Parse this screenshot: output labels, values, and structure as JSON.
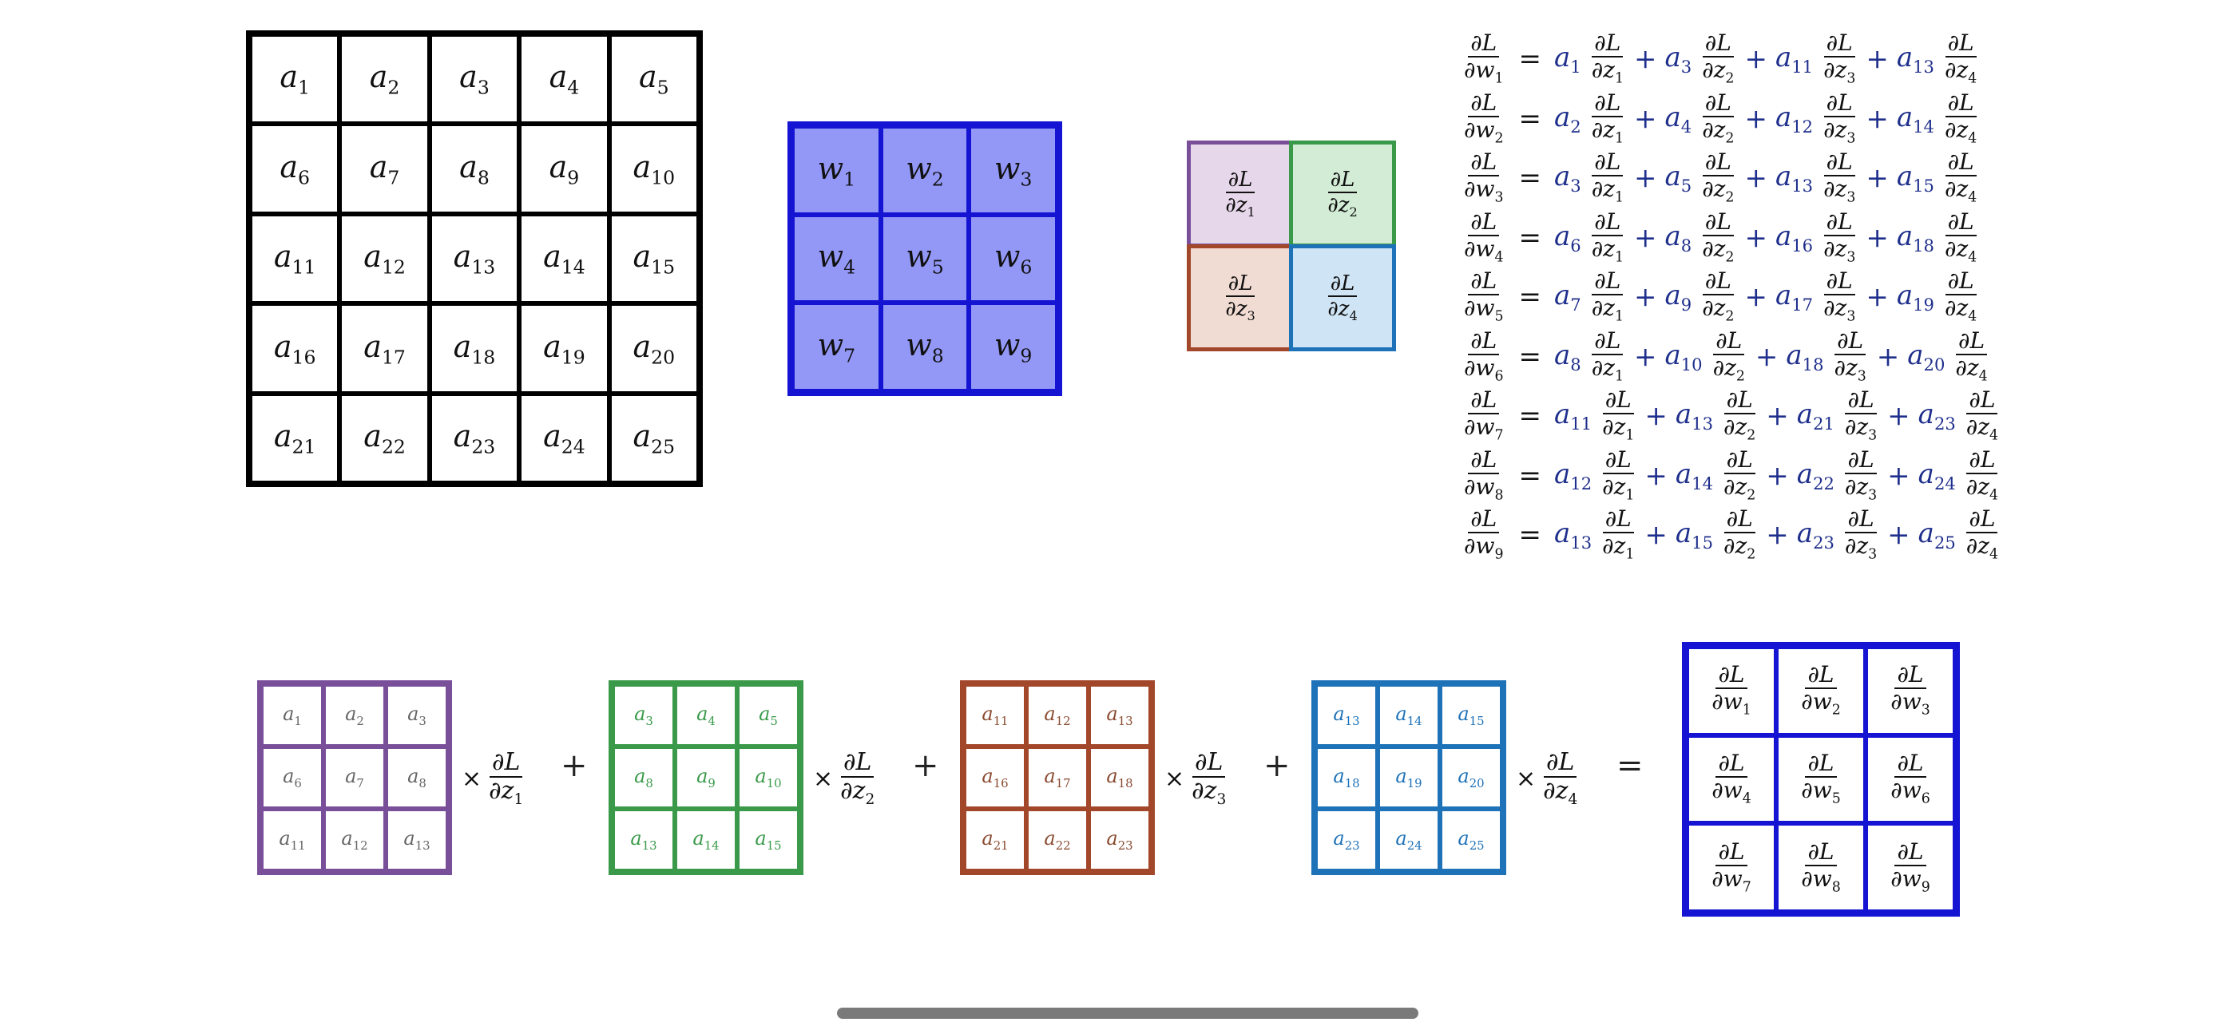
{
  "matrix_a": {
    "cells": [
      [
        "a",
        "1"
      ],
      [
        "a",
        "2"
      ],
      [
        "a",
        "3"
      ],
      [
        "a",
        "4"
      ],
      [
        "a",
        "5"
      ],
      [
        "a",
        "6"
      ],
      [
        "a",
        "7"
      ],
      [
        "a",
        "8"
      ],
      [
        "a",
        "9"
      ],
      [
        "a",
        "10"
      ],
      [
        "a",
        "11"
      ],
      [
        "a",
        "12"
      ],
      [
        "a",
        "13"
      ],
      [
        "a",
        "14"
      ],
      [
        "a",
        "15"
      ],
      [
        "a",
        "16"
      ],
      [
        "a",
        "17"
      ],
      [
        "a",
        "18"
      ],
      [
        "a",
        "19"
      ],
      [
        "a",
        "20"
      ],
      [
        "a",
        "21"
      ],
      [
        "a",
        "22"
      ],
      [
        "a",
        "23"
      ],
      [
        "a",
        "24"
      ],
      [
        "a",
        "25"
      ]
    ]
  },
  "kernel_w": {
    "color": "#1414d2",
    "fill": "#9398f7",
    "cells": [
      [
        "w",
        "1"
      ],
      [
        "w",
        "2"
      ],
      [
        "w",
        "3"
      ],
      [
        "w",
        "4"
      ],
      [
        "w",
        "5"
      ],
      [
        "w",
        "6"
      ],
      [
        "w",
        "7"
      ],
      [
        "w",
        "8"
      ],
      [
        "w",
        "9"
      ]
    ]
  },
  "output_grad": [
    {
      "num": "∂L",
      "den": "∂z",
      "sub": "1",
      "border": "#7a4f9a",
      "fill": "#e7d7ea"
    },
    {
      "num": "∂L",
      "den": "∂z",
      "sub": "2",
      "border": "#3a9a4a",
      "fill": "#d3ecd6"
    },
    {
      "num": "∂L",
      "den": "∂z",
      "sub": "3",
      "border": "#a3472a",
      "fill": "#f1dcd3"
    },
    {
      "num": "∂L",
      "den": "∂z",
      "sub": "4",
      "border": "#1e72b8",
      "fill": "#cfe4f4"
    }
  ],
  "equations": [
    {
      "w": "1",
      "a": [
        "1",
        "3",
        "11",
        "13"
      ]
    },
    {
      "w": "2",
      "a": [
        "2",
        "4",
        "12",
        "14"
      ]
    },
    {
      "w": "3",
      "a": [
        "3",
        "5",
        "13",
        "15"
      ]
    },
    {
      "w": "4",
      "a": [
        "6",
        "8",
        "16",
        "18"
      ]
    },
    {
      "w": "5",
      "a": [
        "7",
        "9",
        "17",
        "19"
      ]
    },
    {
      "w": "6",
      "a": [
        "8",
        "10",
        "18",
        "20"
      ]
    },
    {
      "w": "7",
      "a": [
        "11",
        "13",
        "21",
        "23"
      ]
    },
    {
      "w": "8",
      "a": [
        "12",
        "14",
        "22",
        "24"
      ]
    },
    {
      "w": "9",
      "a": [
        "13",
        "15",
        "23",
        "25"
      ]
    }
  ],
  "symbols": {
    "equals": "=",
    "plus": "+",
    "times": "×",
    "partial_L": "∂L",
    "partial_z": "∂z",
    "partial_w": "∂w",
    "a": "a"
  },
  "bottom_matrices": [
    {
      "color": "#7a4f9a",
      "text_color": "#666",
      "z": "1",
      "cells": [
        "1",
        "2",
        "3",
        "6",
        "7",
        "8",
        "11",
        "12",
        "13"
      ]
    },
    {
      "color": "#3a9a4a",
      "text_color": "#3a9a4a",
      "z": "2",
      "cells": [
        "3",
        "4",
        "5",
        "8",
        "9",
        "10",
        "13",
        "14",
        "15"
      ]
    },
    {
      "color": "#a3472a",
      "text_color": "#8a4a30",
      "z": "3",
      "cells": [
        "11",
        "12",
        "13",
        "16",
        "17",
        "18",
        "21",
        "22",
        "23"
      ]
    },
    {
      "color": "#1e72b8",
      "text_color": "#1e72b8",
      "z": "4",
      "cells": [
        "13",
        "14",
        "15",
        "18",
        "19",
        "20",
        "23",
        "24",
        "25"
      ]
    }
  ],
  "dw_matrix": {
    "color": "#1414d2",
    "cells": [
      "1",
      "2",
      "3",
      "4",
      "5",
      "6",
      "7",
      "8",
      "9"
    ]
  }
}
